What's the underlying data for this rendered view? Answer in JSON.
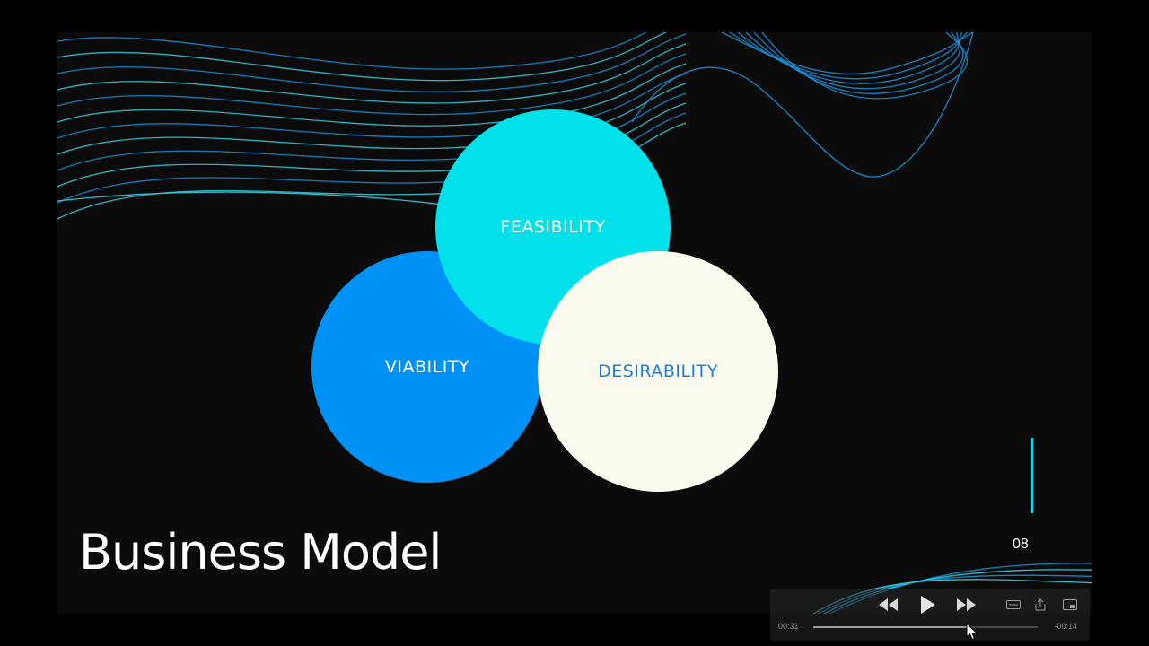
{
  "slide": {
    "title": "Business Model",
    "page_number": "08",
    "venn": {
      "feasibility": "FEASIBILITY",
      "viability": "VIABILITY",
      "desirability": "DESIRABILITY"
    }
  },
  "player": {
    "elapsed": "00:31",
    "remaining": "-00:14",
    "progress": 0.69
  },
  "colors": {
    "feasibility": "#00e1ea",
    "viability": "#0091f7",
    "desirability": "#fbfaee",
    "desirability_text": "#1a7fd8",
    "accent_line": "#19d6e6",
    "wave_blue": "#1b8fd6",
    "wave_cyan": "#36d1e0"
  },
  "icons": {
    "rewind": "rewind-icon",
    "play": "play-icon",
    "fast_forward": "fast-forward-icon",
    "captions": "captions-icon",
    "share": "share-icon",
    "pip": "picture-in-picture-icon",
    "cursor": "mouse-cursor-icon"
  }
}
